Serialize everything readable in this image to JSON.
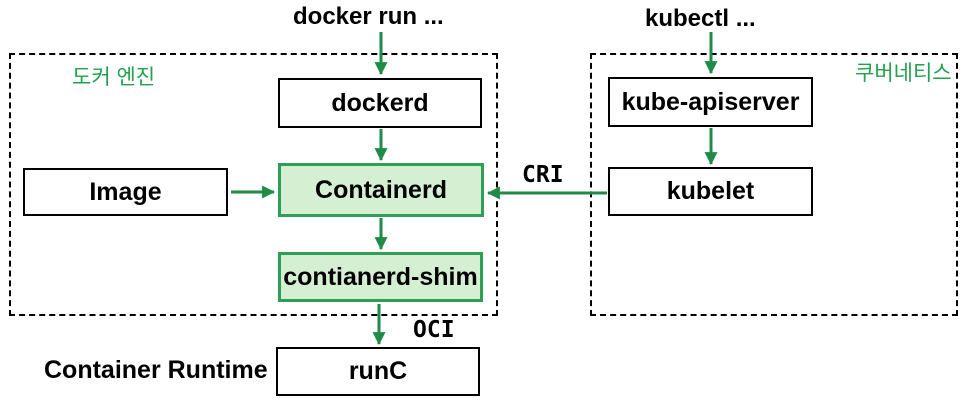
{
  "diagram": {
    "title_commands": {
      "docker_run": "docker run ...",
      "kubectl": "kubectl ..."
    },
    "groups": {
      "docker_engine": {
        "label": "도커 엔진"
      },
      "kubernetes": {
        "label": "쿠버네티스"
      }
    },
    "nodes": {
      "dockerd": {
        "label": "dockerd",
        "style": "plain"
      },
      "image": {
        "label": "Image",
        "style": "plain"
      },
      "containerd": {
        "label": "Containerd",
        "style": "green"
      },
      "containerd_shim": {
        "label": "contianerd-shim",
        "style": "green"
      },
      "kube_apiserver": {
        "label": "kube-apiserver",
        "style": "plain"
      },
      "kubelet": {
        "label": "kubelet",
        "style": "plain"
      },
      "runc": {
        "label": "runC",
        "style": "plain"
      }
    },
    "edge_labels": {
      "cri": "CRI",
      "oci": "OCI"
    },
    "caption": {
      "container_runtime": "Container Runtime"
    },
    "colors": {
      "arrow_green": "#1e8c46",
      "label_green": "#21a14e",
      "node_green_fill": "#d5efd3",
      "node_green_border": "#2f9e57",
      "line_black": "#000000",
      "background": "#ffffff"
    }
  }
}
